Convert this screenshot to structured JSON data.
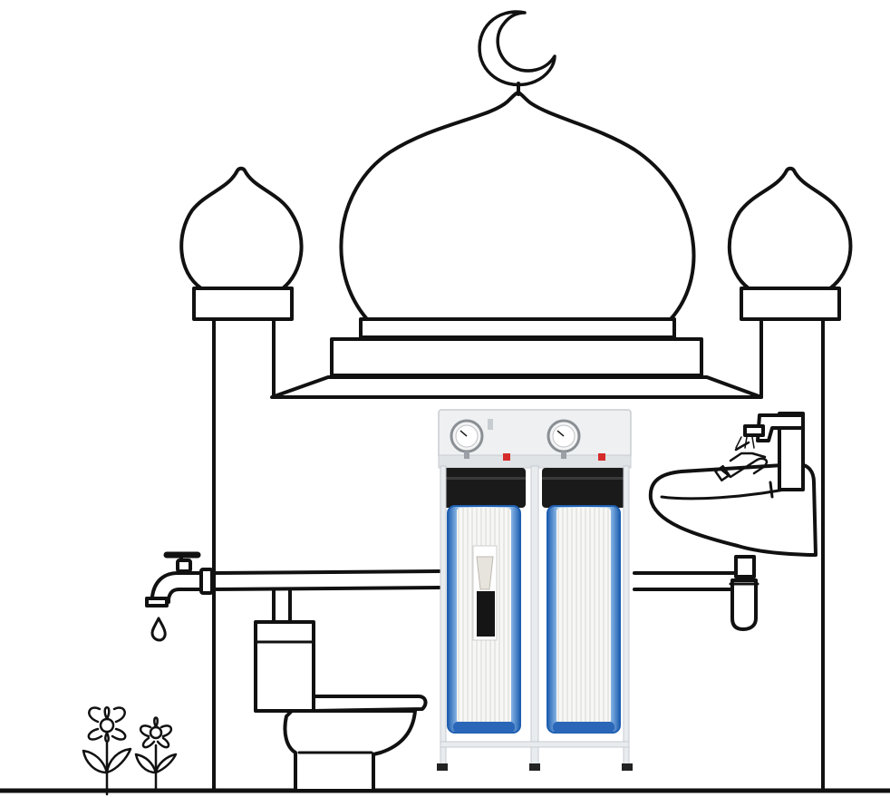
{
  "scene": {
    "description_items": [
      "mosque-outline",
      "water-filter",
      "sink",
      "toilet",
      "tap",
      "flowers"
    ],
    "colors": {
      "line": "#111111",
      "background": "#ffffff",
      "filter_blue": "#2f6fbf",
      "filter_cap": "#1a1a1a",
      "frame": "#e9ecef",
      "valve_red": "#d62b2b"
    },
    "filter": {
      "housings": 2,
      "pressure_gauges": 2
    }
  }
}
